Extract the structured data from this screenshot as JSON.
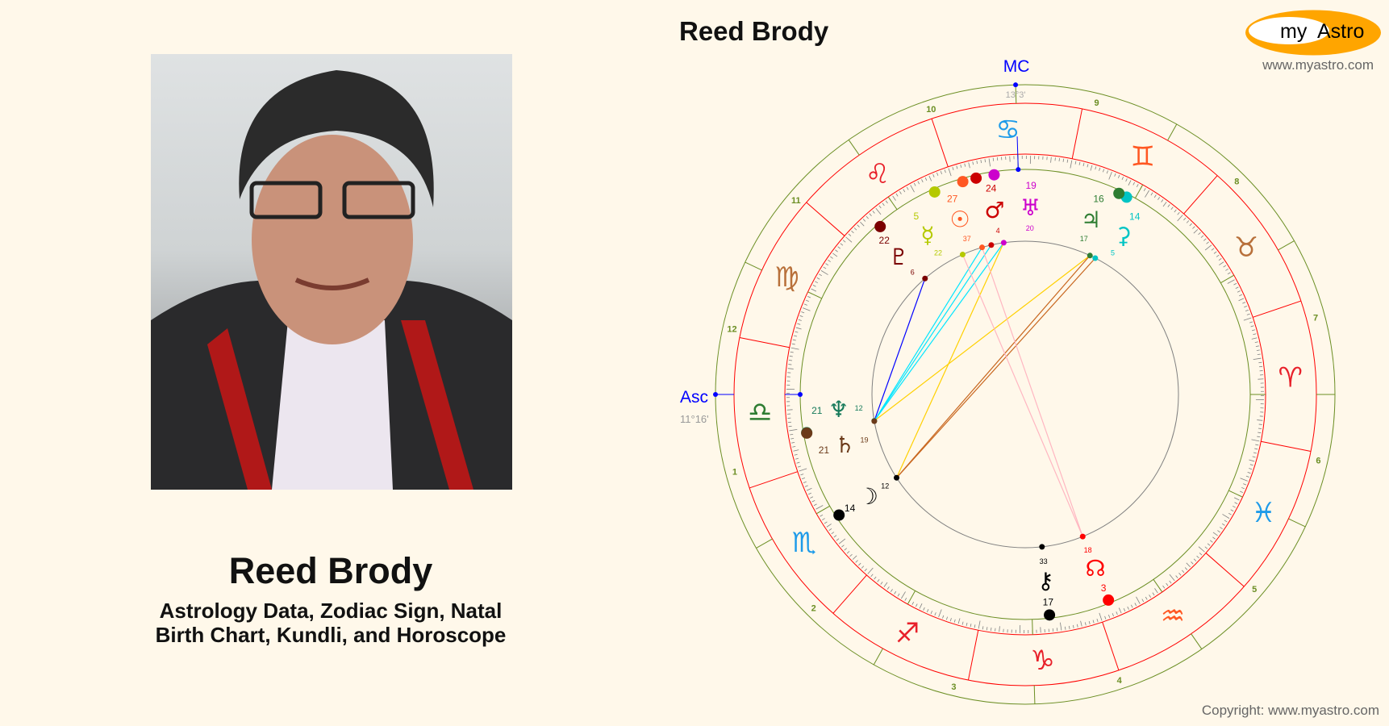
{
  "person": {
    "name": "Reed Brody",
    "subtitle_line1": "Astrology Data, Zodiac Sign, Natal",
    "subtitle_line2": "Birth Chart, Kundli, and Horoscope"
  },
  "chart_title": "Reed Brody",
  "logo": {
    "text_my": "my",
    "text_astro": "Astro",
    "url": "www.myastro.com",
    "color": "#ffa500"
  },
  "copyright": "Copyright: www.myastro.com",
  "angles": {
    "asc": {
      "label": "Asc",
      "degree_text": "11°16'",
      "longitude": 191.27
    },
    "mc": {
      "label": "MC",
      "degree_text": "13°3'",
      "longitude": 103.05
    }
  },
  "signs": [
    {
      "name": "aries",
      "glyph": "♈",
      "color": "#e8202a"
    },
    {
      "name": "taurus",
      "glyph": "♉",
      "color": "#b8703a"
    },
    {
      "name": "gemini",
      "glyph": "♊",
      "color": "#ff5722"
    },
    {
      "name": "cancer",
      "glyph": "♋",
      "color": "#1e9be9"
    },
    {
      "name": "leo",
      "glyph": "♌",
      "color": "#e8202a"
    },
    {
      "name": "virgo",
      "glyph": "♍",
      "color": "#b8703a"
    },
    {
      "name": "libra",
      "glyph": "♎",
      "color": "#2e7d32"
    },
    {
      "name": "scorpio",
      "glyph": "♏",
      "color": "#1e9be9"
    },
    {
      "name": "sagittarius",
      "glyph": "♐",
      "color": "#e8202a"
    },
    {
      "name": "capricorn",
      "glyph": "♑",
      "color": "#e8202a"
    },
    {
      "name": "aquarius",
      "glyph": "♒",
      "color": "#ff5722"
    },
    {
      "name": "pisces",
      "glyph": "♓",
      "color": "#1e9be9"
    }
  ],
  "houses": [
    {
      "number": "1",
      "cusp": 191.27
    },
    {
      "number": "2",
      "cusp": 221
    },
    {
      "number": "3",
      "cusp": 252
    },
    {
      "number": "4",
      "cusp": 283.05
    },
    {
      "number": "5",
      "cusp": 316
    },
    {
      "number": "6",
      "cusp": 346
    },
    {
      "number": "7",
      "cusp": 11.27
    },
    {
      "number": "8",
      "cusp": 41
    },
    {
      "number": "9",
      "cusp": 72
    },
    {
      "number": "10",
      "cusp": 103.05
    },
    {
      "number": "11",
      "cusp": 136
    },
    {
      "number": "12",
      "cusp": 166
    }
  ],
  "planets": [
    {
      "name": "sun",
      "glyph": "☉",
      "longitude": 117.62,
      "deg": "27",
      "min": "37",
      "color": "#ff5722"
    },
    {
      "name": "mars",
      "glyph": "♂",
      "longitude": 114.07,
      "deg": "24",
      "min": "4",
      "color": "#cc0000"
    },
    {
      "name": "uranus",
      "glyph": "♅",
      "longitude": 109.33,
      "deg": "19",
      "min": "20",
      "color": "#cc00cc"
    },
    {
      "name": "mercury",
      "glyph": "☿",
      "longitude": 125.37,
      "deg": "5",
      "min": "22",
      "color": "#b5c900"
    },
    {
      "name": "pluto",
      "glyph": "♇",
      "longitude": 142.1,
      "deg": "22",
      "min": "6",
      "color": "#7a0000"
    },
    {
      "name": "jupiter",
      "glyph": "♃",
      "longitude": 76.28,
      "deg": "16",
      "min": "17",
      "color": "#2e7d32"
    },
    {
      "name": "ceres",
      "glyph": "⚳",
      "longitude": 74.08,
      "deg": "14",
      "min": "5",
      "color": "#00c4c4"
    },
    {
      "name": "neptune",
      "glyph": "♆",
      "longitude": 201.2,
      "deg": "21",
      "min": "12",
      "color": "#167a5a"
    },
    {
      "name": "saturn",
      "glyph": "♄",
      "longitude": 201.3,
      "deg": "21",
      "min": "19",
      "color": "#6b3a1a"
    },
    {
      "name": "moon",
      "glyph": "☽",
      "longitude": 224.2,
      "deg": "14",
      "min": "12",
      "color": "#000000"
    },
    {
      "name": "chiron",
      "glyph": "⚷",
      "longitude": 287.55,
      "deg": "17",
      "min": "33",
      "color": "#000000"
    },
    {
      "name": "north-node",
      "glyph": "☊",
      "longitude": 303.3,
      "deg": "3",
      "min": "18",
      "color": "#ff0000"
    }
  ],
  "aspects": [
    {
      "from": "neptune",
      "to": "pluto",
      "color": "#0000ff"
    },
    {
      "from": "neptune",
      "to": "sun",
      "color": "#00e5ff"
    },
    {
      "from": "neptune",
      "to": "mars",
      "color": "#00e5ff"
    },
    {
      "from": "neptune",
      "to": "uranus",
      "color": "#00e5ff"
    },
    {
      "from": "neptune",
      "to": "jupiter",
      "color": "#ffd000"
    },
    {
      "from": "moon",
      "to": "uranus",
      "color": "#ffd000"
    },
    {
      "from": "moon",
      "to": "jupiter",
      "color": "#c8661e"
    },
    {
      "from": "moon",
      "to": "ceres",
      "color": "#c8661e"
    },
    {
      "from": "mercury",
      "to": "north-node",
      "color": "#ffb6c1"
    },
    {
      "from": "sun",
      "to": "north-node",
      "color": "#ffb6c1"
    }
  ]
}
